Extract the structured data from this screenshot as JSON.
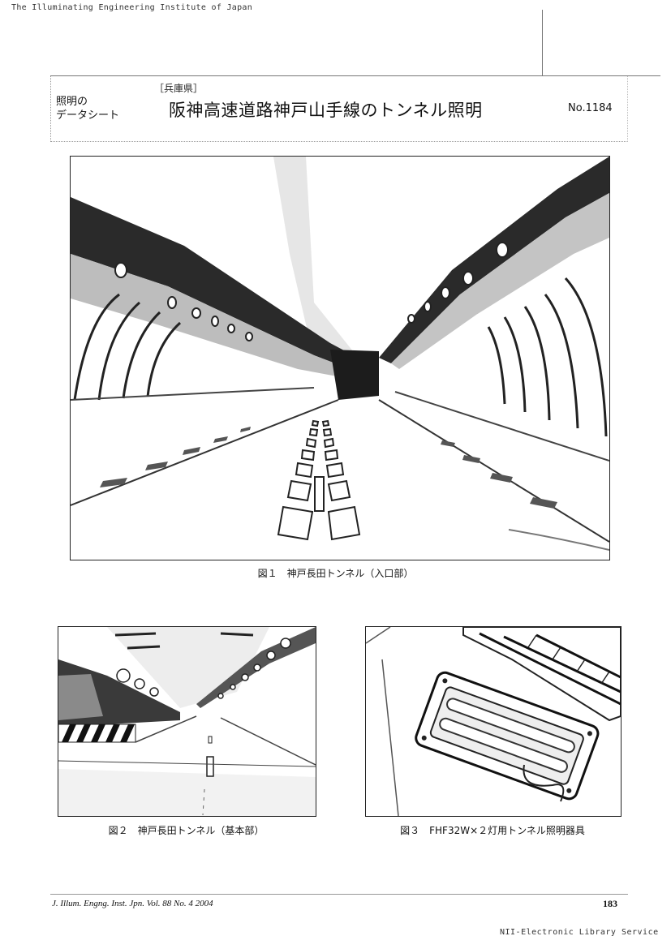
{
  "page": {
    "organization": "The Illuminating Engineering Institute of Japan",
    "service": "NII-Electronic Library Service"
  },
  "header": {
    "series_label": "照明の\nデータシート",
    "prefecture": "［兵庫県］",
    "title": "阪神高速道路神戸山手線のトンネル照明",
    "number": "No.1184"
  },
  "figures": [
    {
      "caption": "図１　神戸長田トンネル（入口部）"
    },
    {
      "caption": "図２　神戸長田トンネル（基本部）"
    },
    {
      "caption": "図３　FHF32W×２灯用トンネル照明器具"
    }
  ],
  "footer": {
    "journal": "J. Illum. Engng. Inst. Jpn. Vol. 88  No. 4  2004",
    "page": "183"
  }
}
